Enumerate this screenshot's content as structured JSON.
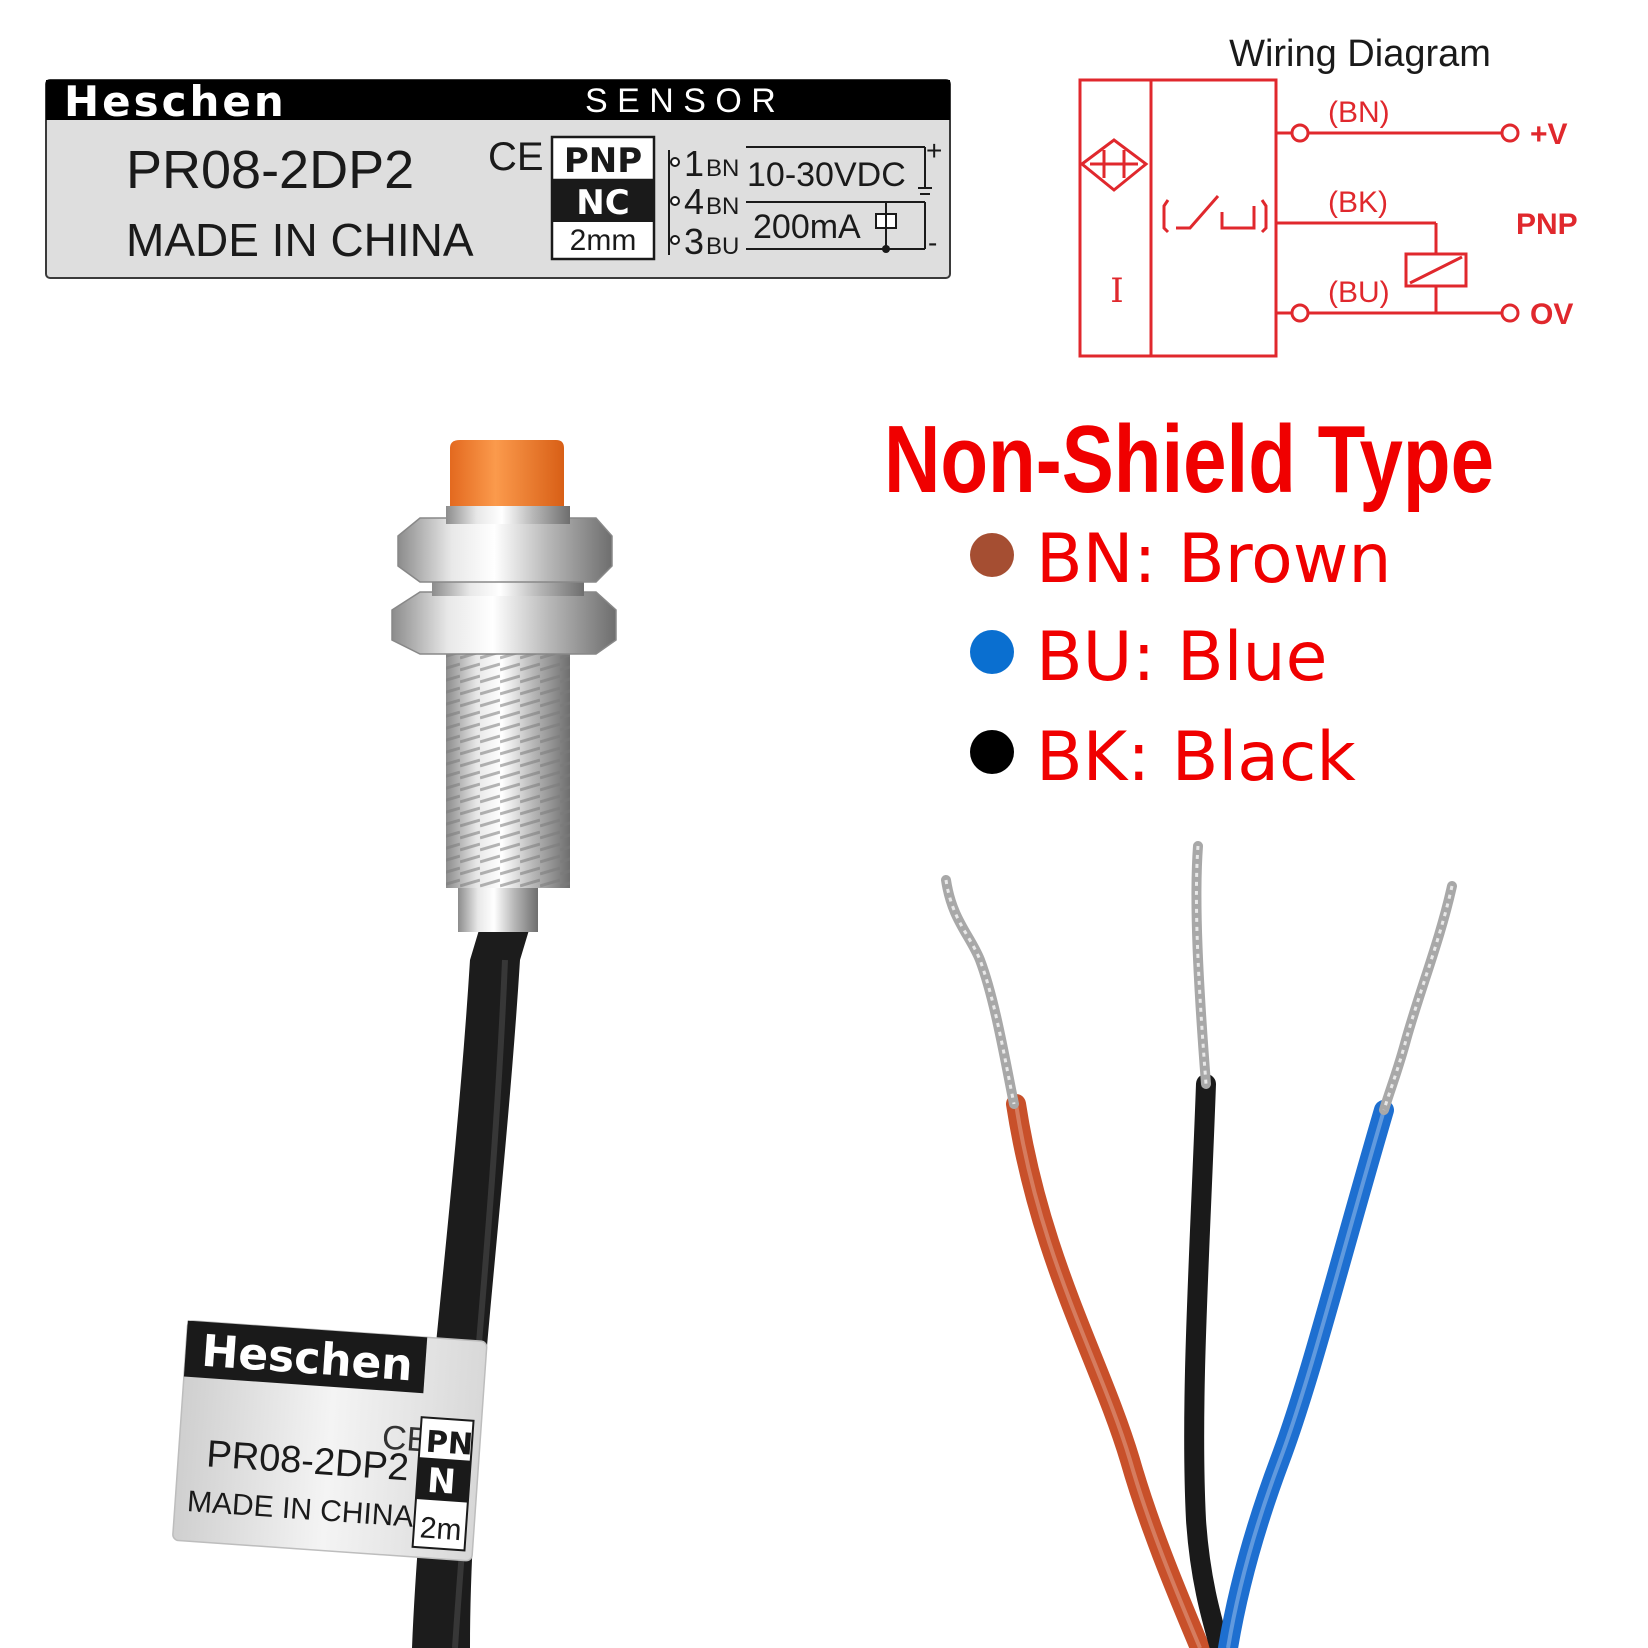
{
  "label": {
    "brand": "Heschen",
    "category": "S E N S O R",
    "model": "PR08-2DP2",
    "origin": "MADE IN CHINA",
    "ce_mark": "CE",
    "output_type": "PNP",
    "contact": "NC",
    "sensing_distance": "2mm",
    "pins": [
      {
        "num": "1",
        "code": "BN"
      },
      {
        "num": "4",
        "code": "BN"
      },
      {
        "num": "3",
        "code": "BU"
      }
    ],
    "voltage": "10-30VDC",
    "current": "200mA",
    "plus_sign": "+",
    "minus_sign": "-"
  },
  "wiring": {
    "title": "Wiring Diagram",
    "wires": [
      {
        "code": "(BN)",
        "terminal": "+V"
      },
      {
        "code": "(BK)",
        "terminal": "PNP"
      },
      {
        "code": "(BU)",
        "terminal": "OV"
      }
    ],
    "current_symbol": "I",
    "color": "#e0282d"
  },
  "shield": {
    "title": "Non-Shield Type",
    "color": "#f00000"
  },
  "legend": [
    {
      "text": "BN: Brown",
      "dot_color": "#a54e32"
    },
    {
      "text": "BU: Blue",
      "dot_color": "#0a6fd0"
    },
    {
      "text": "BK: Black",
      "dot_color": "#000000"
    }
  ],
  "cable_label": {
    "brand": "Heschen",
    "model": "PR08-2DP2",
    "origin": "MADE IN CHINA",
    "ce_mark": "CE",
    "output_partial": "PN",
    "contact_partial": "N",
    "distance_partial": "2m"
  },
  "wire_colors": {
    "brown": "#c8502a",
    "black": "#1a1a1a",
    "blue": "#1e6fd0"
  }
}
